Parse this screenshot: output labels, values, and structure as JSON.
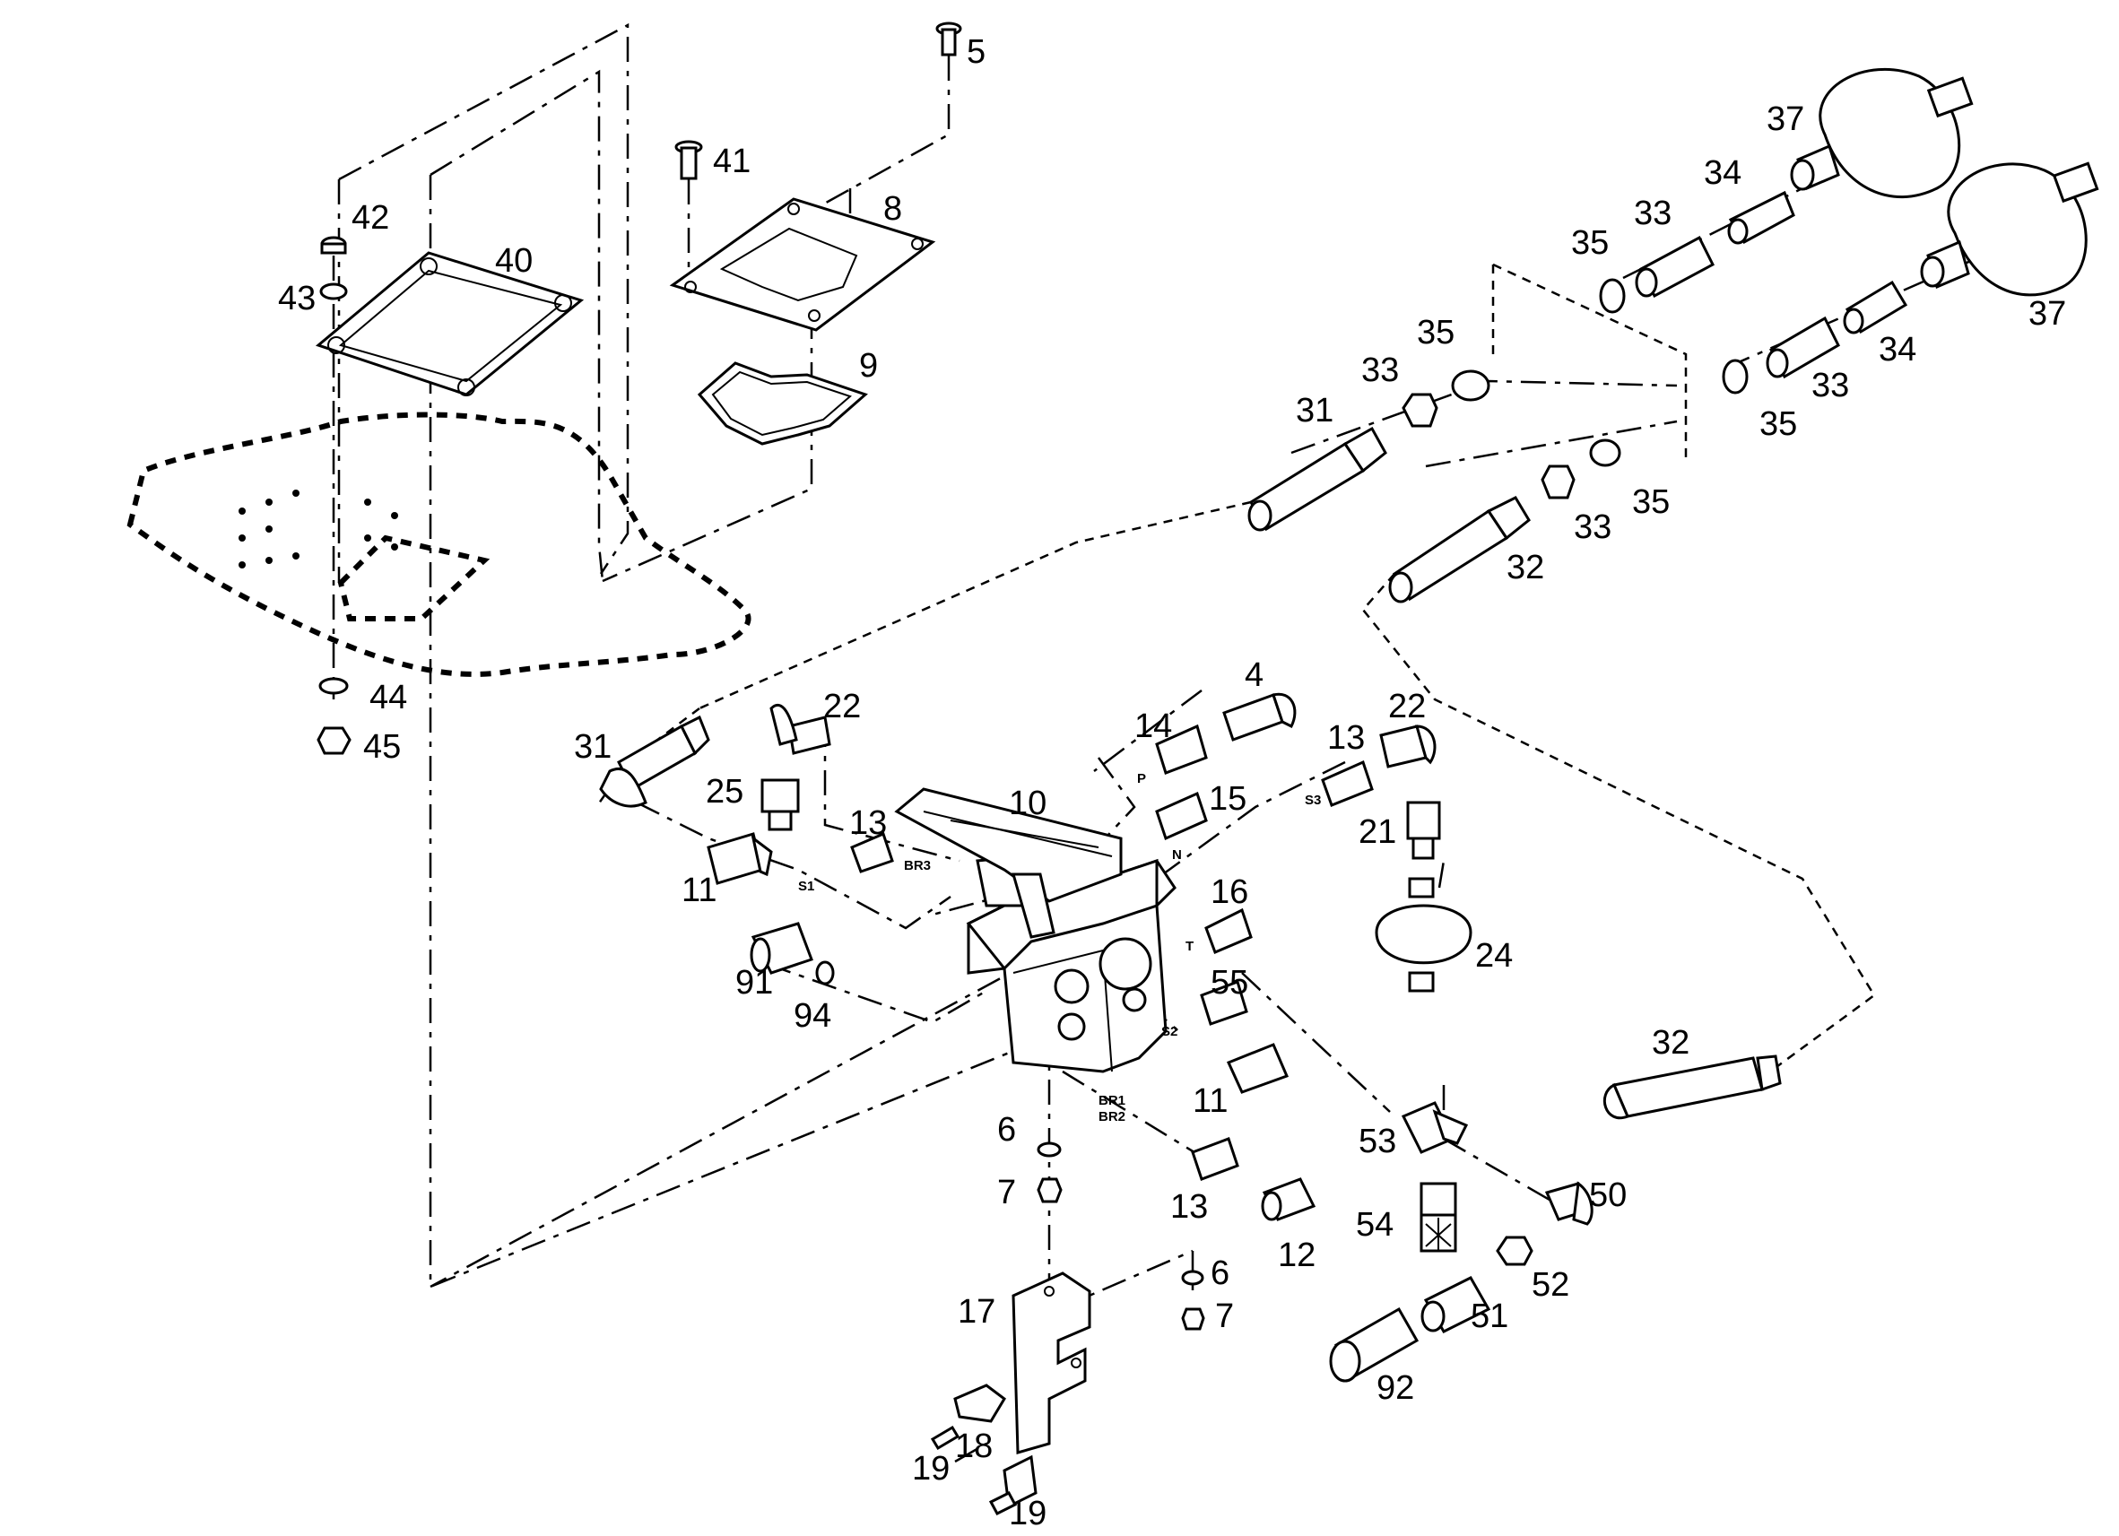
{
  "labels": {
    "n5": "5",
    "n41": "41",
    "n8": "8",
    "n9": "9",
    "n42": "42",
    "n43": "43",
    "n40": "40",
    "n44": "44",
    "n45": "45",
    "n37a": "37",
    "n37b": "37",
    "n34a": "34",
    "n34b": "34",
    "n33a": "33",
    "n33b": "33",
    "n33c": "33",
    "n33d": "33",
    "n35a": "35",
    "n35b": "35",
    "n35c": "35",
    "n35d": "35",
    "n31a": "31",
    "n31b": "31",
    "n32a": "32",
    "n32b": "32",
    "n4": "4",
    "n14": "14",
    "n15": "15",
    "n10": "10",
    "n22a": "22",
    "n22b": "22",
    "n25": "25",
    "n13a": "13",
    "n13b": "13",
    "n13c": "13",
    "n11a": "11",
    "n11b": "11",
    "n21": "21",
    "n24": "24",
    "n16": "16",
    "n55": "55",
    "n91": "91",
    "n94": "94",
    "n6a": "6",
    "n6b": "6",
    "n7a": "7",
    "n7b": "7",
    "n12": "12",
    "n53": "53",
    "n54": "54",
    "n50": "50",
    "n52": "52",
    "n51": "51",
    "n92": "92",
    "n17": "17",
    "n18": "18",
    "n19a": "19",
    "n19b": "19",
    "pP": "P",
    "pN": "N",
    "pT": "T",
    "pS1": "S1",
    "pS2": "S2",
    "pS3": "S3",
    "pBR3": "BR3",
    "pBR1": "BR1",
    "pBR2": "BR2"
  }
}
